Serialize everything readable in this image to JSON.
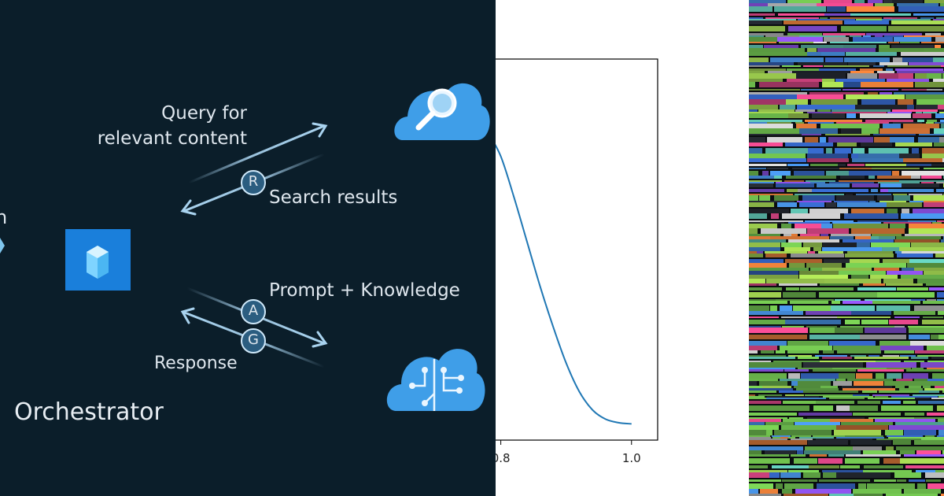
{
  "diagram": {
    "query_line1": "Query for",
    "query_line2": "relevant content",
    "search_results": "Search results",
    "prompt_knowledge": "Prompt + Knowledge",
    "response": "Response",
    "orchestrator": "Orchestrator",
    "badge_r": "R",
    "badge_a": "A",
    "badge_g": "G",
    "cut_text": "n",
    "icons": [
      "cube-icon",
      "search-cloud-icon",
      "ai-cloud-icon"
    ],
    "colors": {
      "background": "#0b1e2a",
      "arrow": "#a9d3ef",
      "cube_tile": "#1a7fdb",
      "cloud": "#3f9ee8"
    }
  },
  "chart_data": {
    "type": "line",
    "x_ticks": [
      "0.8",
      "1.0"
    ],
    "x": [
      0.78,
      0.8,
      0.82,
      0.84,
      0.86,
      0.88,
      0.9,
      0.92,
      0.94,
      0.96,
      0.98,
      1.0
    ],
    "y": [
      0.72,
      0.66,
      0.56,
      0.45,
      0.34,
      0.24,
      0.15,
      0.08,
      0.035,
      0.012,
      0.003,
      0.0
    ],
    "xlim": [
      0.78,
      1.04
    ],
    "ylim": [
      -0.04,
      0.9
    ],
    "line_color": "#1f77b4",
    "grid": false
  },
  "glitch": {
    "colors": [
      "#7ed957",
      "#4fa3ff",
      "#ff4f9a",
      "#e8e8e8",
      "#6bdcc8",
      "#9b59ff",
      "#b8f05a",
      "#3a6fd8",
      "#ff8a3d",
      "#2a2f38"
    ]
  }
}
